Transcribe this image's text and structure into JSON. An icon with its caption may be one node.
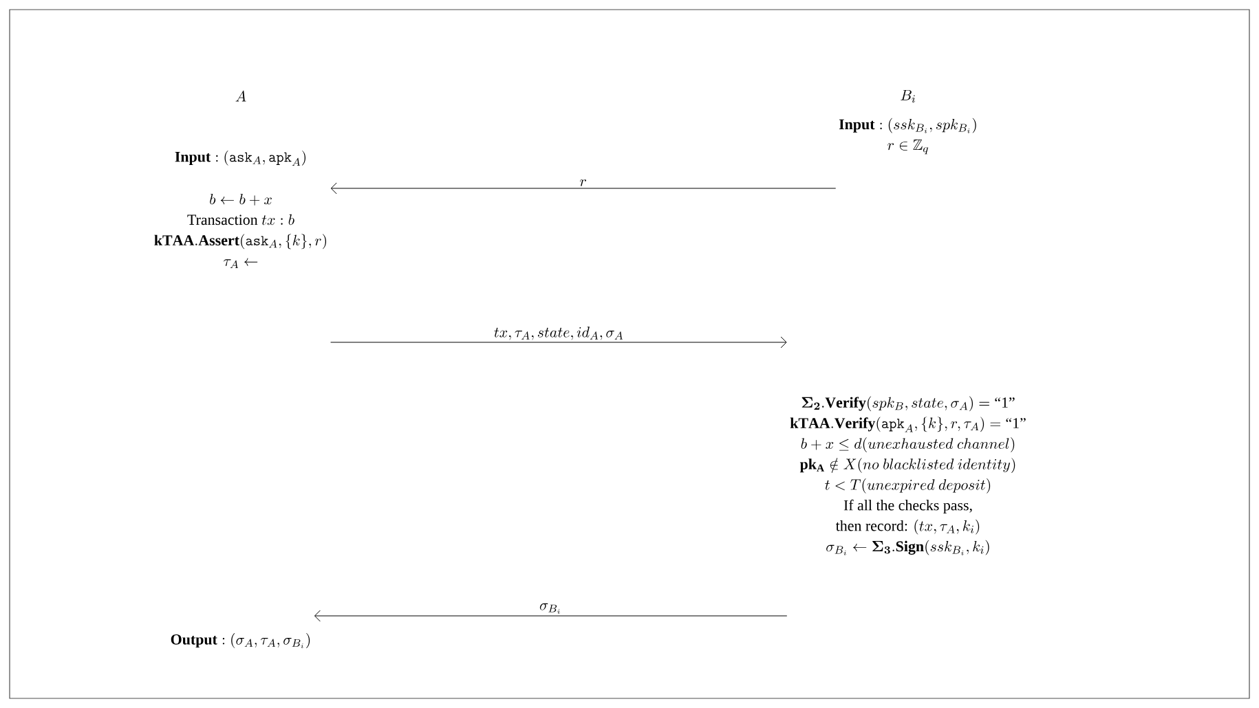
{
  "diagram": {
    "nodes": [
      {
        "text": [
          "A"
        ]
      },
      {
        "text": [
          "B_i"
        ]
      },
      {
        "text": [
          "\\textbf{Input} :(\\mathtt{ask}_A, \\mathtt{apk}_A)"
        ]
      },
      {
        "text": [
          "\\textbf{Input} :(ssk_{B_i}, spk_{B_i})",
          "r \\in \\mathbb{Z}_q"
        ]
      },
      {
        "text": [
          "b \\leftarrow b + x",
          "\\text{Transaction } tx : b",
          "\\mathbf{kTAA}.\\mathbf{Assert}(\\mathtt{ask}_A, \\{k\\}, r)",
          "\\tau_A \\leftarrow"
        ]
      },
      {
        "text": [
          "\\boldsymbol{\\Sigma_2}.\\mathbf{Verify}(spk_B, state, \\sigma_A) = \\text{``1''}",
          "\\mathbf{kTAA}.\\mathbf{Verify}(\\mathtt{apk}_A, \\{k\\}, r, \\tau_A) = \\text{``1''}",
          "b + x \\leq d(unexhausted\\ channel)",
          "\\mathbf{pk_A} \\notin X(no\\ blacklisted\\ identity)",
          "t < T(unexpired\\ deposit)",
          "\\text{If all the checks pass,}",
          "\\text{then record: }(tx, \\tau_A, k_i)",
          "\\sigma_{B_i} \\leftarrow \\boldsymbol{\\Sigma_3}.\\mathbf{Sign}(ssk_{B_i}, k_i)"
        ]
      },
      {
        "text": [
          "\\textbf{Output} :(\\sigma_A, \\tau_A, \\sigma_{B_i})"
        ]
      }
    ],
    "edges": [
      {
        "from": 3,
        "to": 4,
        "arrow": "to",
        "label": "r"
      },
      {
        "from": 4,
        "to": 5,
        "arrow": "to",
        "label": "tx, \\tau_A, state, id_A, \\sigma_A"
      },
      {
        "from": 5,
        "to": 6,
        "arrow": "to",
        "label": "\\sigma_{B_i}"
      }
    ]
  }
}
